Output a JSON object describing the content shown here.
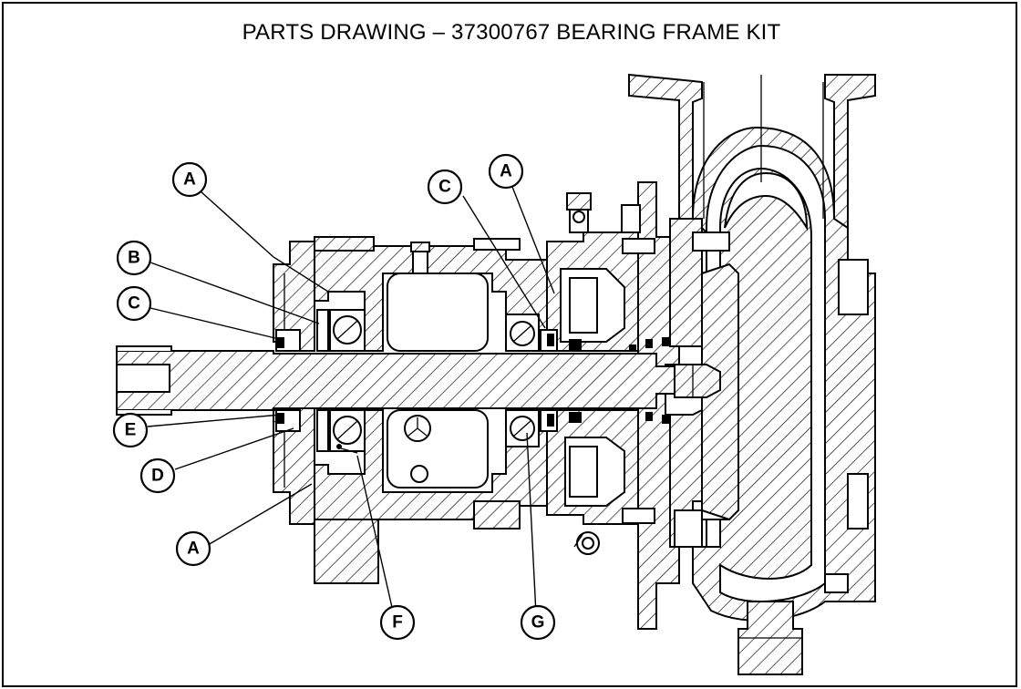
{
  "title": "PARTS DRAWING – 37300767 BEARING FRAME KIT",
  "callouts": [
    {
      "id": "callout-a-upper-left",
      "label": "A"
    },
    {
      "id": "callout-b",
      "label": "B"
    },
    {
      "id": "callout-c-left",
      "label": "C"
    },
    {
      "id": "callout-e",
      "label": "E"
    },
    {
      "id": "callout-d",
      "label": "D"
    },
    {
      "id": "callout-a-lower-left",
      "label": "A"
    },
    {
      "id": "callout-f",
      "label": "F"
    },
    {
      "id": "callout-c-center",
      "label": "C"
    },
    {
      "id": "callout-a-center",
      "label": "A"
    },
    {
      "id": "callout-g",
      "label": "G"
    }
  ]
}
